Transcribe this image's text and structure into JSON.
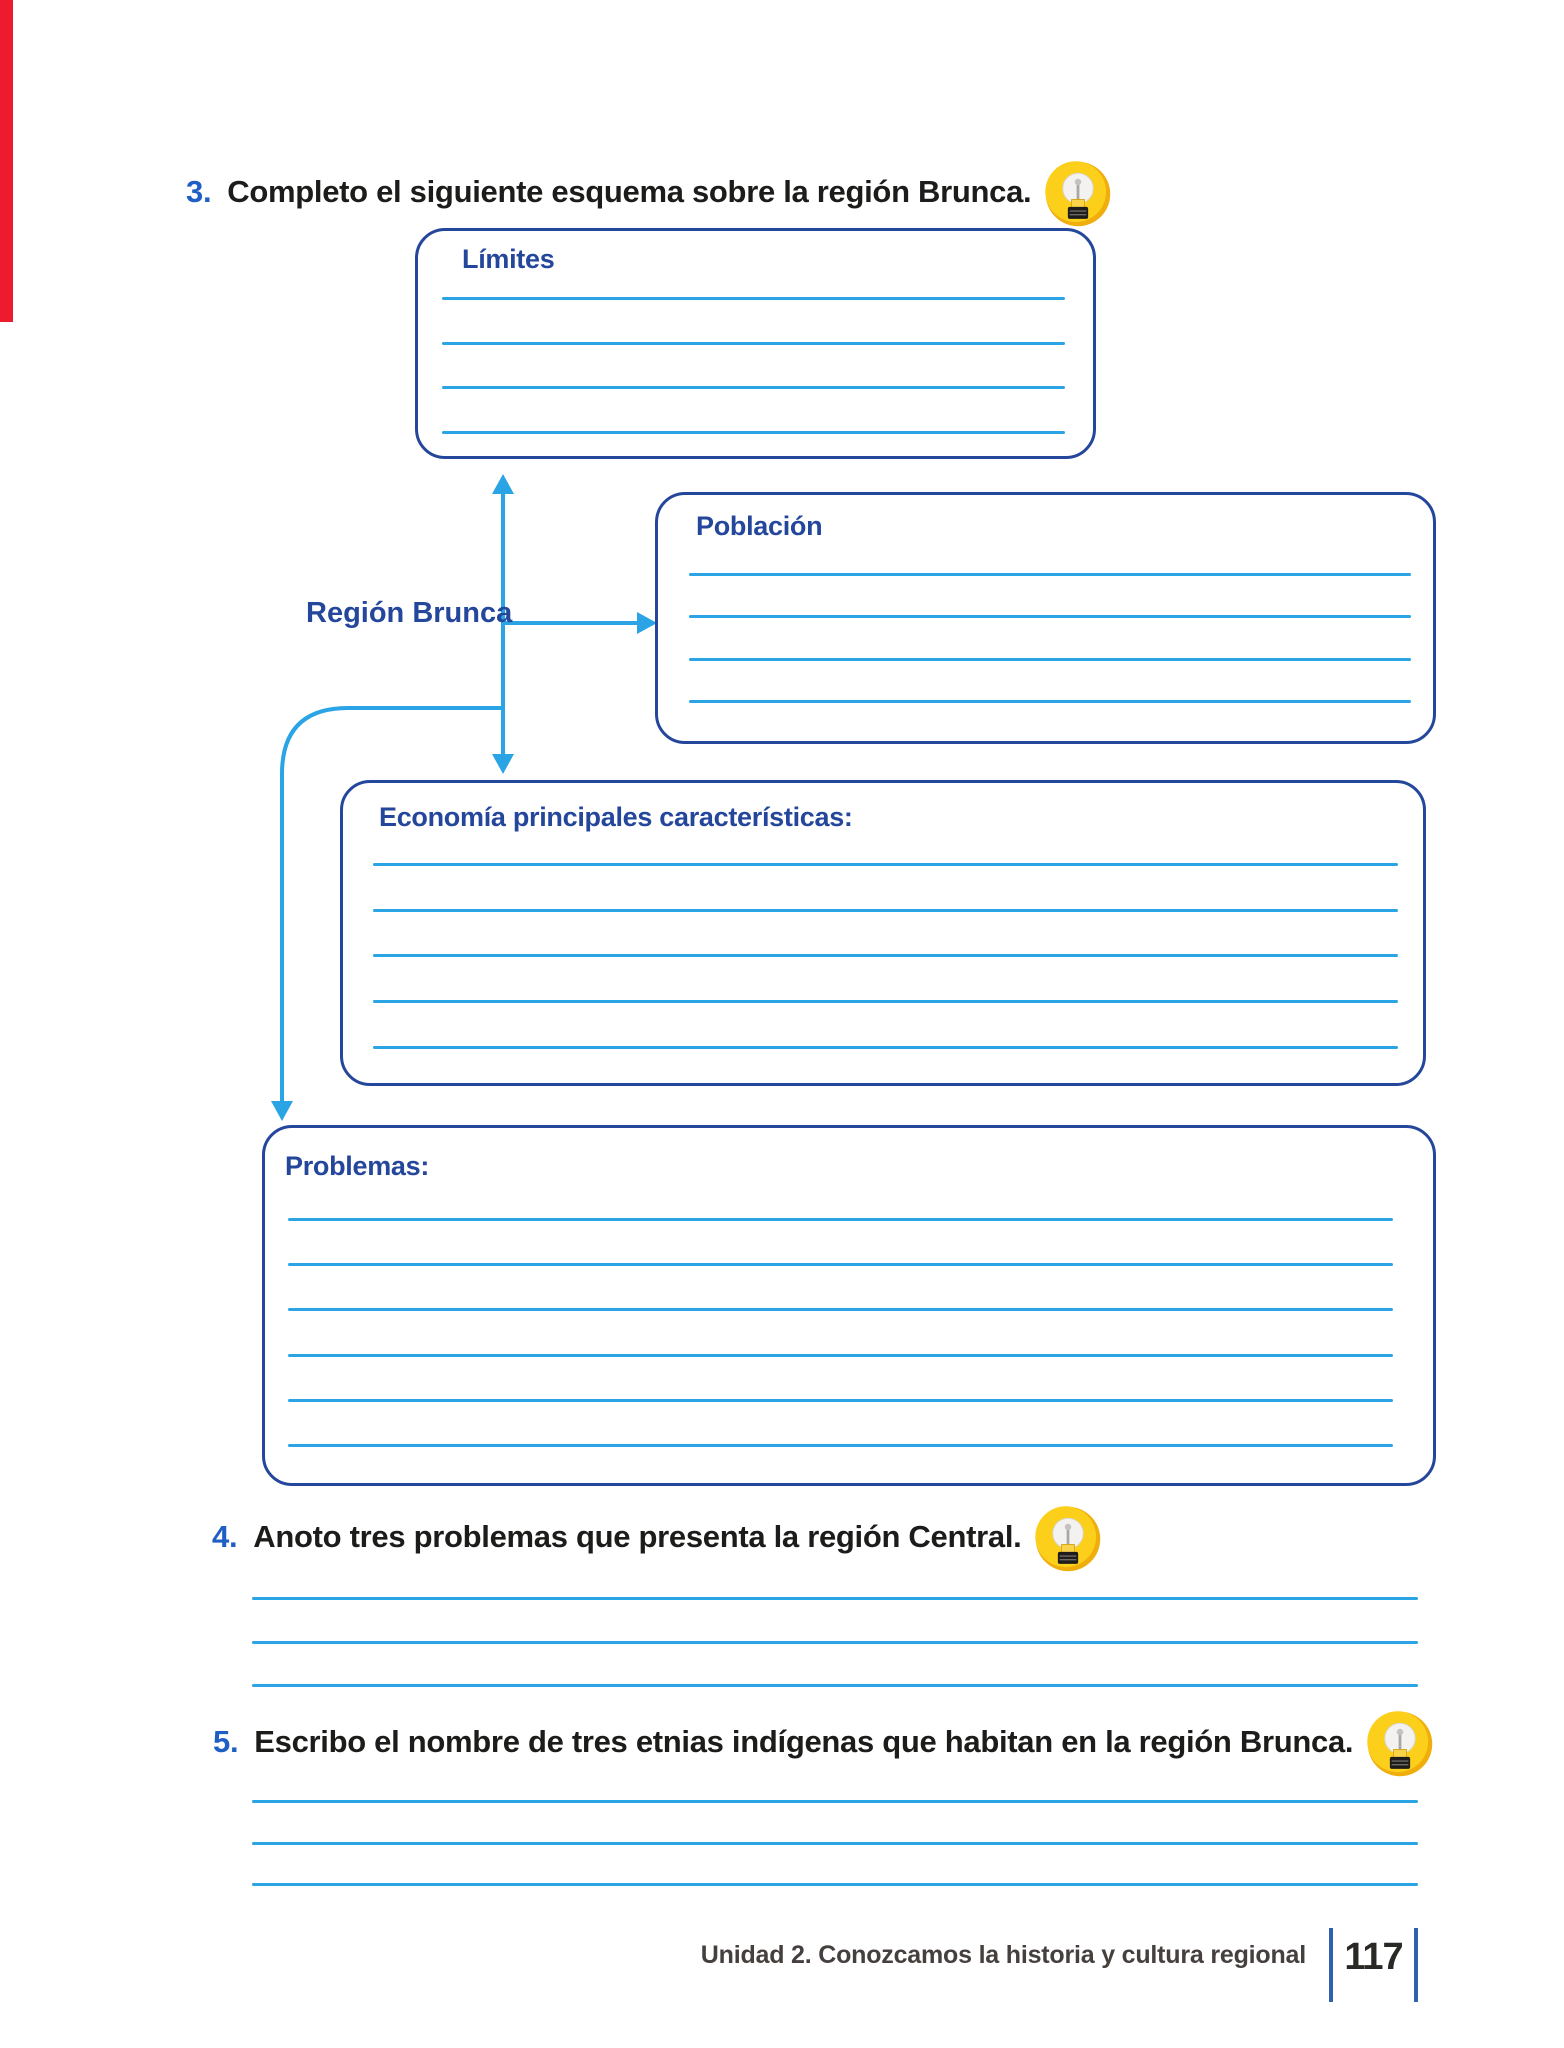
{
  "questions": {
    "q3": {
      "number": "3.",
      "text": "Completo el siguiente esquema sobre la región Brunca."
    },
    "q4": {
      "number": "4.",
      "text": "Anoto tres problemas que presenta la región Central."
    },
    "q5": {
      "number": "5.",
      "text": "Escribo el nombre de tres etnias indígenas que habitan en la región Brunca."
    }
  },
  "diagram": {
    "center_label": "Región Brunca",
    "limites": {
      "title": "Límites",
      "line_count": 4
    },
    "poblacion": {
      "title": "Población",
      "line_count": 4
    },
    "economia": {
      "title": "Economía principales características:",
      "line_count": 5
    },
    "problemas": {
      "title": "Problemas:",
      "line_count": 6
    }
  },
  "answers": {
    "q4_line_count": 3,
    "q5_line_count": 3
  },
  "footer": {
    "text": "Unidad 2. Conozcamos la historia y cultura regional",
    "page_number": "117"
  },
  "icons": {
    "hint": "lightbulb-icon"
  },
  "colors": {
    "navy": "#24479c",
    "lightblue": "#2aa4e4",
    "qblue": "#1f5fc4",
    "ink": "#1c1c1a",
    "red": "#ec1b2e",
    "footer_ink": "#45403e",
    "pagebar": "#2d62b0",
    "bulb_yellow": "#fccf1a"
  }
}
